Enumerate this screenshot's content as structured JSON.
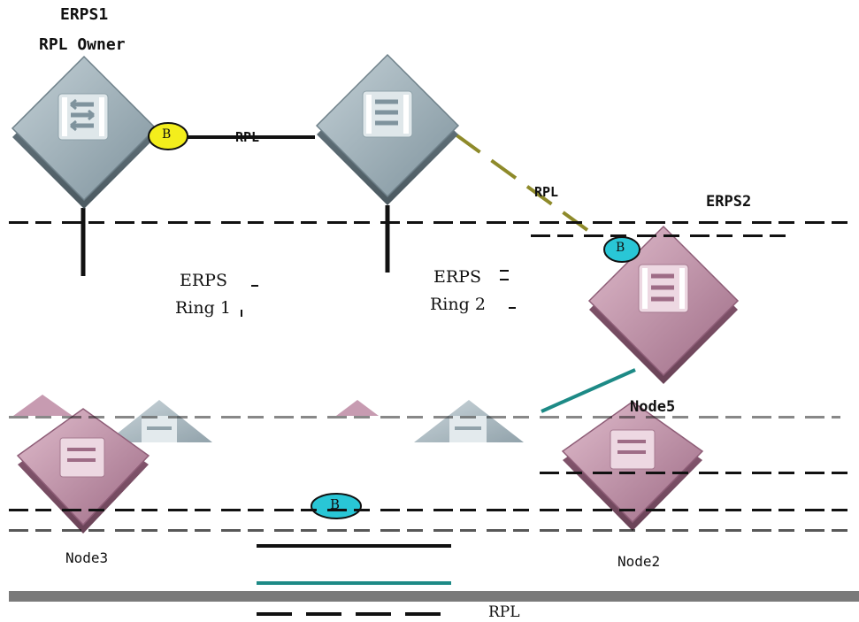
{
  "labels": {
    "erps1": "ERPS1",
    "rpl_owner": "RPL Owner",
    "rpl_top": "RPL",
    "rpl_diag": "RPL",
    "erps2": "ERPS2",
    "ring1_line1": "ERPS",
    "ring1_line2": "Ring 1",
    "ring2_line1": "ERPS",
    "ring2_line2": "Ring 2",
    "node5": "Node5",
    "node2": "Node2",
    "node3": "Node3"
  },
  "badges": {
    "b_left": "B",
    "b_right": "B",
    "b_legend": "B"
  },
  "legend": {
    "rpl_label": "RPL"
  },
  "colors": {
    "gray_switch": "#8fa2ac",
    "pink_switch": "#b98aa3",
    "badge_yellow": "#f3ee1c",
    "badge_cyan": "#29c6d6",
    "olive_link": "#8e8a2a",
    "teal_link": "#1d8a86"
  }
}
